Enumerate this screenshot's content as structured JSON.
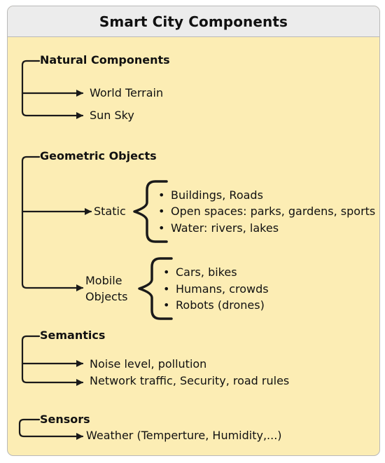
{
  "title": "Smart City Components",
  "sections": {
    "natural": {
      "heading": "Natural Components",
      "items": [
        "World Terrain",
        "Sun Sky"
      ]
    },
    "geometric": {
      "heading": "Geometric Objects",
      "static": {
        "label": "Static",
        "items": [
          "Buildings, Roads",
          "Open spaces: parks, gardens, sports",
          "Water: rivers, lakes"
        ]
      },
      "mobile": {
        "label_line1": "Mobile",
        "label_line2": "Objects",
        "items": [
          "Cars, bikes",
          "Humans, crowds",
          "Robots (drones)"
        ]
      }
    },
    "semantics": {
      "heading": "Semantics",
      "items": [
        "Noise level, pollution",
        "Network traffic, Security, road rules"
      ]
    },
    "sensors": {
      "heading": "Sensors",
      "items": [
        "Weather (Temperture, Humidity,...)"
      ]
    }
  },
  "colors": {
    "panel": "#fcedb4",
    "title_bar": "#ececec",
    "line": "#1a1a1a"
  },
  "bullet": "•"
}
